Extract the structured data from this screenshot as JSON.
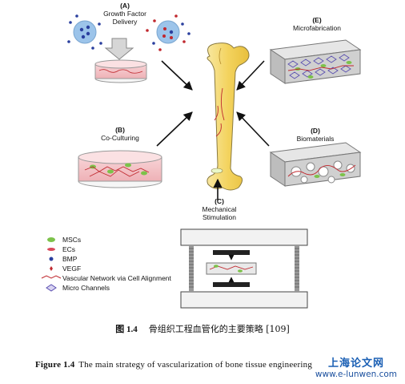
{
  "panels": {
    "a": {
      "letter": "(A)",
      "title_line1": "Growth Factor",
      "title_line2": "Delivery"
    },
    "b": {
      "letter": "(B)",
      "title": "Co-Culturing"
    },
    "c": {
      "letter": "(C)",
      "title_line1": "Mechanical",
      "title_line2": "Stimulation"
    },
    "d": {
      "letter": "(D)",
      "title": "Biomaterials"
    },
    "e": {
      "letter": "(E)",
      "title": "Microfabrication"
    }
  },
  "legend": [
    {
      "icon": "msc-icon",
      "label": "MSCs"
    },
    {
      "icon": "ec-icon",
      "label": "ECs"
    },
    {
      "icon": "bmp-icon",
      "label": "BMP"
    },
    {
      "icon": "vegf-icon",
      "label": "VEGF"
    },
    {
      "icon": "vascular-network-icon",
      "label": "Vascular Network via Cell Alignment"
    },
    {
      "icon": "micro-channel-icon",
      "label": "Micro Channels"
    }
  ],
  "colors": {
    "bmp": "#2a3f9e",
    "vegf": "#c0282e",
    "msc": "#7cc24a",
    "ec": "#d9485a",
    "bone": "#f2d56a",
    "watermark": "#1a5fb4"
  },
  "caption_cn": {
    "number": "图 1.4",
    "text": "骨组织工程血管化的主要策略  [109]"
  },
  "caption_en": {
    "label": "Figure 1.4",
    "text": "The main strategy of vascularization of bone tissue engineering"
  },
  "watermark": {
    "cn": "上海论文网",
    "url": "www.e-lunwen.com"
  }
}
